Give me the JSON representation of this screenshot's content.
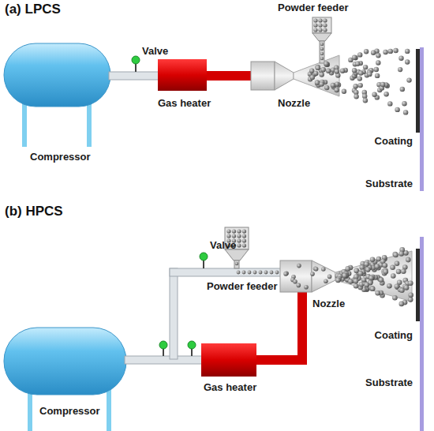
{
  "diagram": {
    "labels": [
      "(a) LPCS",
      "Valve",
      "Powder feeder",
      "Nozzle",
      "Gas heater",
      "Compressor",
      "Coating",
      "Substrate",
      "(b) HPCS",
      "Valve",
      "Powder feeder",
      "Nozzle",
      "Gas heater",
      "Coating",
      "Compressor",
      "Substrate"
    ]
  }
}
